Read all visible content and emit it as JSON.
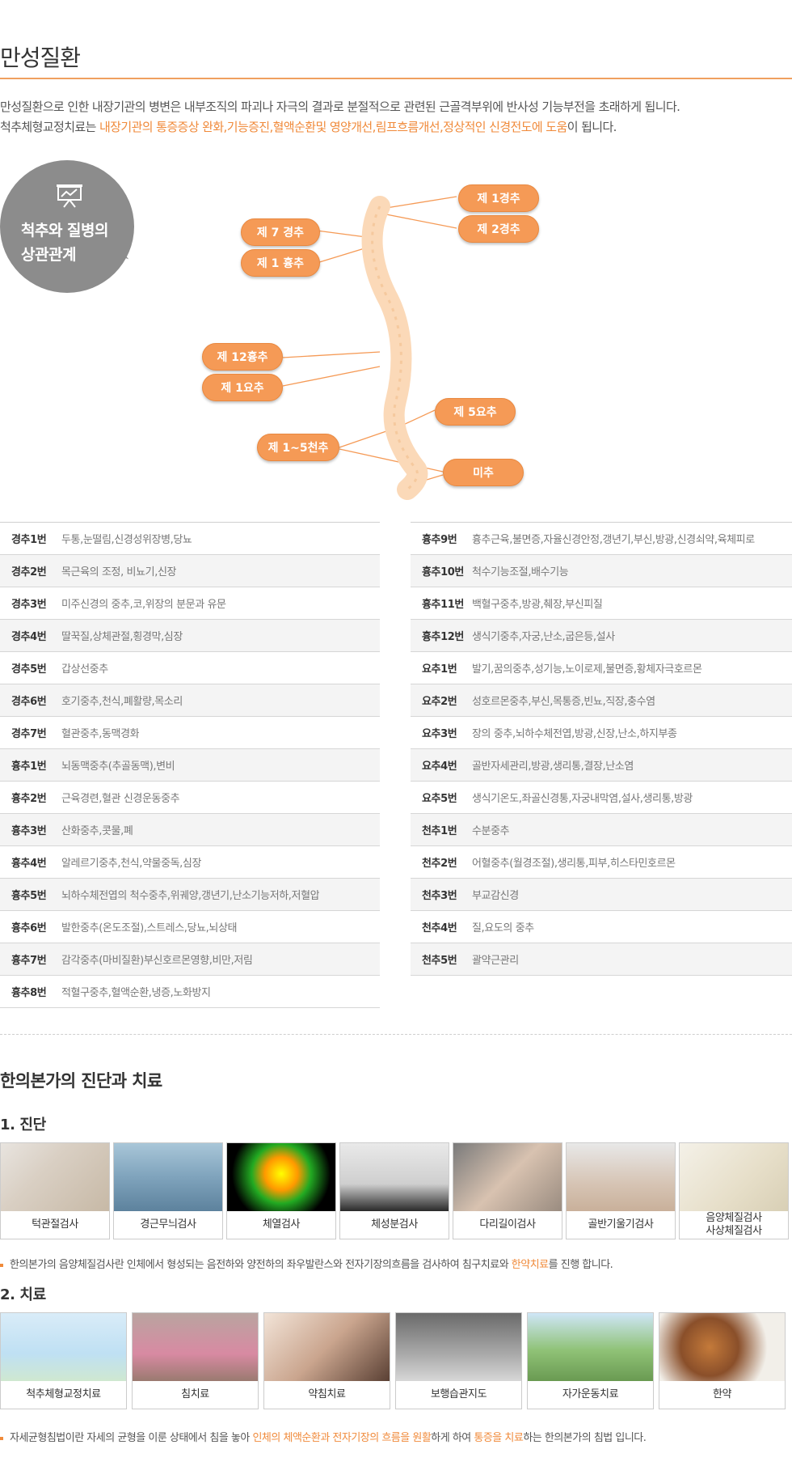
{
  "page": {
    "title": "만성질환",
    "intro": {
      "line1": "만성질환으로 인한 내장기관의 병변은 내부조직의 파괴나 자극의 결과로 분절적으로 관련된 근골격부위에 반사성 기능부전을 초래하게 됩니다.",
      "line2_pre": "척추체형교정치료는 ",
      "line2_hl": "내장기관의 통증증상 완화,기능증진,혈액순환및 영양개선,림프흐름개선,정상적인 신경전도에 도움",
      "line2_post": "이 됩니다."
    }
  },
  "figure": {
    "bubble_label_1": "척추와 질병의",
    "bubble_label_2": "상관관계",
    "tags": {
      "c1": "제 1경추",
      "c2": "제 2경추",
      "c7": "제 7 경추",
      "t1": "제 1 흉추",
      "t12": "제 12흉추",
      "l1": "제 1요추",
      "l5": "제 5요추",
      "s15": "제 1~5천추",
      "coccyx": "미추"
    }
  },
  "table_left": [
    {
      "k": "경추1번",
      "v": "두통,눈떨림,신경성위장병,당뇨"
    },
    {
      "k": "경추2번",
      "v": "목근육의 조정, 비뇨기,신장"
    },
    {
      "k": "경추3번",
      "v": "미주신경의 중추,코,위장의 분문과 유문"
    },
    {
      "k": "경추4번",
      "v": "딸꾹질,상체관절,횡경막,심장"
    },
    {
      "k": "경추5번",
      "v": "갑상선중추"
    },
    {
      "k": "경추6번",
      "v": "호기중추,천식,폐활량,목소리"
    },
    {
      "k": "경추7번",
      "v": "혈관중추,동맥경화"
    },
    {
      "k": "흉추1번",
      "v": "뇌동맥중추(추골동맥),변비"
    },
    {
      "k": "흉추2번",
      "v": "근육경련,혈관 신경운동중추"
    },
    {
      "k": "흉추3번",
      "v": "산화중추,콧물,폐"
    },
    {
      "k": "흉추4번",
      "v": "알레르기중추,천식,약물중독,심장"
    },
    {
      "k": "흉추5번",
      "v": "뇌하수체전엽의 척수중추,위궤양,갱년기,난소기능저하,저혈압"
    },
    {
      "k": "흉추6번",
      "v": "발한중추(온도조절),스트레스,당뇨,뇌상태"
    },
    {
      "k": "흉추7번",
      "v": "감각중추(마비질환)부신호르몬영향,비만,저림"
    },
    {
      "k": "흉추8번",
      "v": "적혈구중추,혈액순환,냉증,노화방지"
    }
  ],
  "table_right": [
    {
      "k": "흉추9번",
      "v": "흉추근육,불면증,자율신경안정,갱년기,부신,방광,신경쇠약,육체피로"
    },
    {
      "k": "흉추10번",
      "v": "척수기능조절,배수기능"
    },
    {
      "k": "흉추11번",
      "v": "백혈구중추,방광,췌장,부신피질"
    },
    {
      "k": "흉추12번",
      "v": "생식기중추,자궁,난소,굽은등,설사"
    },
    {
      "k": "요추1번",
      "v": "발기,꿈의중추,성기능,노이로제,불면증,황체자극호르몬"
    },
    {
      "k": "요추2번",
      "v": "성호르몬중추,부신,목통증,빈뇨,직장,충수염"
    },
    {
      "k": "요추3번",
      "v": "장의 중추,뇌하수체전엽,방광,신장,난소,하지부종"
    },
    {
      "k": "요추4번",
      "v": "골반자세관리,방광,생리통,결장,난소염"
    },
    {
      "k": "요추5번",
      "v": "생식기온도,좌골신경통,자궁내막염,설사,생리통,방광"
    },
    {
      "k": "천추1번",
      "v": "수분중추"
    },
    {
      "k": "천추2번",
      "v": "어혈중추(월경조절),생리통,피부,히스타민호르몬"
    },
    {
      "k": "천추3번",
      "v": "부교감신경"
    },
    {
      "k": "천추4번",
      "v": "질,요도의 중추"
    },
    {
      "k": "천추5번",
      "v": "괄약근관리"
    }
  ],
  "section2": {
    "title": "한의본가의 진단과 치료",
    "diag_title": "1. 진단",
    "diagnosis": [
      {
        "label": "턱관절검사"
      },
      {
        "label": "경근무늬검사"
      },
      {
        "label": "체열검사"
      },
      {
        "label": "체성분검사"
      },
      {
        "label": "다리길이검사"
      },
      {
        "label": "골반기울기검사"
      },
      {
        "label": "음양체질검사",
        "label2": "사상체질검사"
      }
    ],
    "diag_note": {
      "pre": "한의본가의 음양체질검사란 인체에서 형성되는 음전하와 양전하의 좌우발란스와 전자기장의흐름을 검사하여 침구치료와 ",
      "hl": "한약치료",
      "post": "를 진행 합니다."
    },
    "treat_title": "2. 치료",
    "treatment": [
      {
        "label": "척추체형교정치료"
      },
      {
        "label": "침치료"
      },
      {
        "label": "약침치료"
      },
      {
        "label": "보행습관지도"
      },
      {
        "label": "자가운동치료"
      },
      {
        "label": "한약"
      }
    ],
    "treat_note": {
      "p1": "자세균형침법이란 자세의 균형을 이룬 상태에서 침을 놓아 ",
      "h1": "인체의 체액순환과 전자기장의 흐름을 원활",
      "p2": "하게 하여 ",
      "h2": "통증을 치료",
      "p3": "하는 한의본가의 침법 입니다."
    }
  },
  "colors": {
    "accent": "#f59a56",
    "rule": "#f0a060",
    "bubble": "#8c8c8c"
  }
}
